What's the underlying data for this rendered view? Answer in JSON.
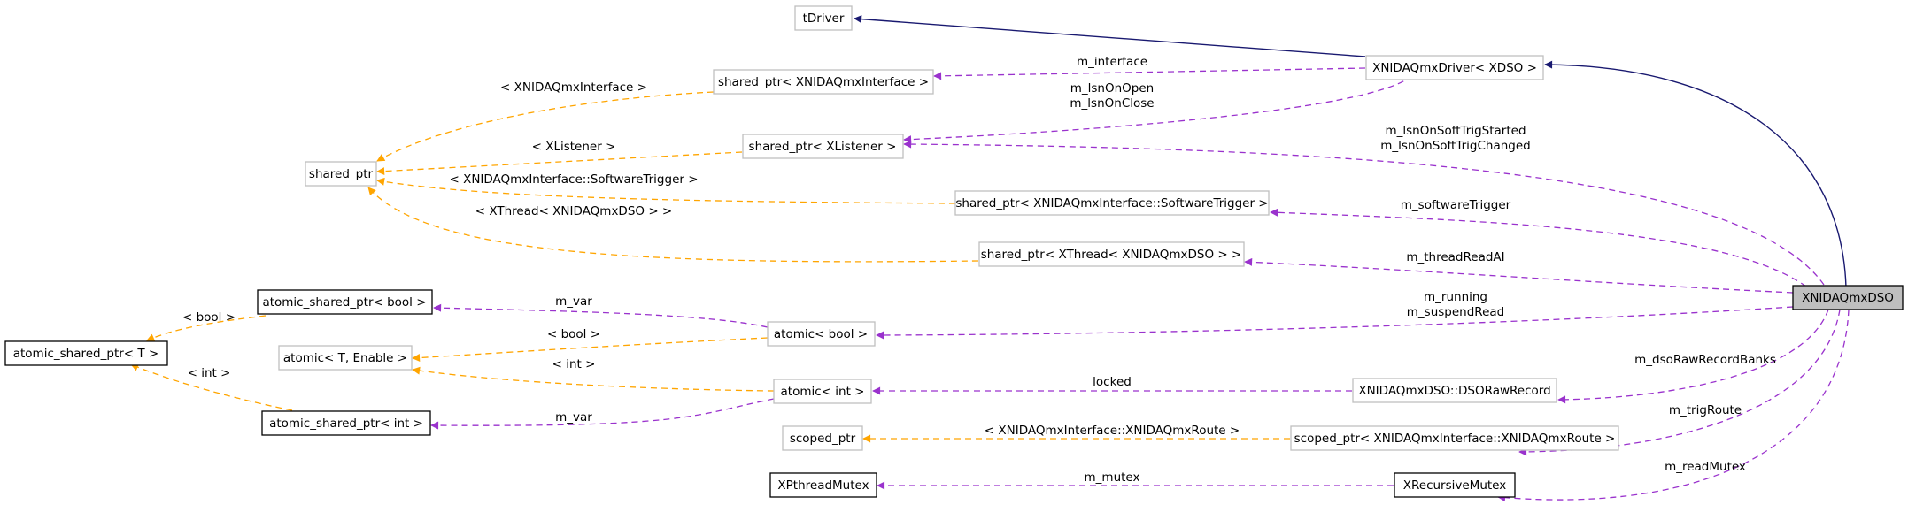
{
  "colors": {
    "inheritance": "#191970",
    "usage": "#9a32cd",
    "template": "#ffa500",
    "node_border_gray": "#bfbfbf",
    "node_border_black": "#000000",
    "focus_fill": "#bfbfbf"
  },
  "nodes": {
    "tdriver": "tDriver",
    "xnidaqmxdriver": "XNIDAQmxDriver< XDSO >",
    "sp_interface": "shared_ptr< XNIDAQmxInterface >",
    "sp_listener": "shared_ptr< XListener >",
    "shared_ptr": "shared_ptr",
    "sp_swtrigger": "shared_ptr< XNIDAQmxInterface::SoftwareTrigger >",
    "sp_xthread": "shared_ptr< XThread< XNIDAQmxDSO > >",
    "asp_bool": "atomic_shared_ptr< bool >",
    "asp_t": "atomic_shared_ptr< T >",
    "atomic_bool": "atomic< bool >",
    "atomic_t_enable": "atomic< T, Enable >",
    "atomic_int": "atomic< int >",
    "asp_int": "atomic_shared_ptr< int >",
    "dso_raw_record": "XNIDAQmxDSO::DSORawRecord",
    "scoped_ptr": "scoped_ptr",
    "scoped_ptr_route": "scoped_ptr< XNIDAQmxInterface::XNIDAQmxRoute >",
    "xpthreadmutex": "XPthreadMutex",
    "xrecursivemutex": "XRecursiveMutex",
    "xnidaqmxdso": "XNIDAQmxDSO"
  },
  "edges": {
    "m_interface": "m_interface",
    "lsn_open": "m_lsnOnOpen",
    "lsn_close": "m_lsnOnClose",
    "lsn_trig_started": "m_lsnOnSoftTrigStarted",
    "lsn_trig_changed": "m_lsnOnSoftTrigChanged",
    "m_softwareTrigger": "m_softwareTrigger",
    "m_threadReadAI": "m_threadReadAI",
    "m_running": "m_running",
    "m_suspendRead": "m_suspendRead",
    "m_dsoRawRecordBanks": "m_dsoRawRecordBanks",
    "m_trigRoute": "m_trigRoute",
    "m_readMutex": "m_readMutex",
    "locked": "locked",
    "m_mutex": "m_mutex",
    "m_var_bool": "m_var",
    "m_var_int": "m_var",
    "tpl_interface": "< XNIDAQmxInterface >",
    "tpl_listener": "< XListener >",
    "tpl_swtrigger": "< XNIDAQmxInterface::SoftwareTrigger >",
    "tpl_xthread": "< XThread< XNIDAQmxDSO > >",
    "tpl_bool_asp": "< bool >",
    "tpl_bool_atomic": "< bool >",
    "tpl_int_atomic": "< int >",
    "tpl_int_asp": "< int >",
    "tpl_route": "< XNIDAQmxInterface::XNIDAQmxRoute >"
  }
}
